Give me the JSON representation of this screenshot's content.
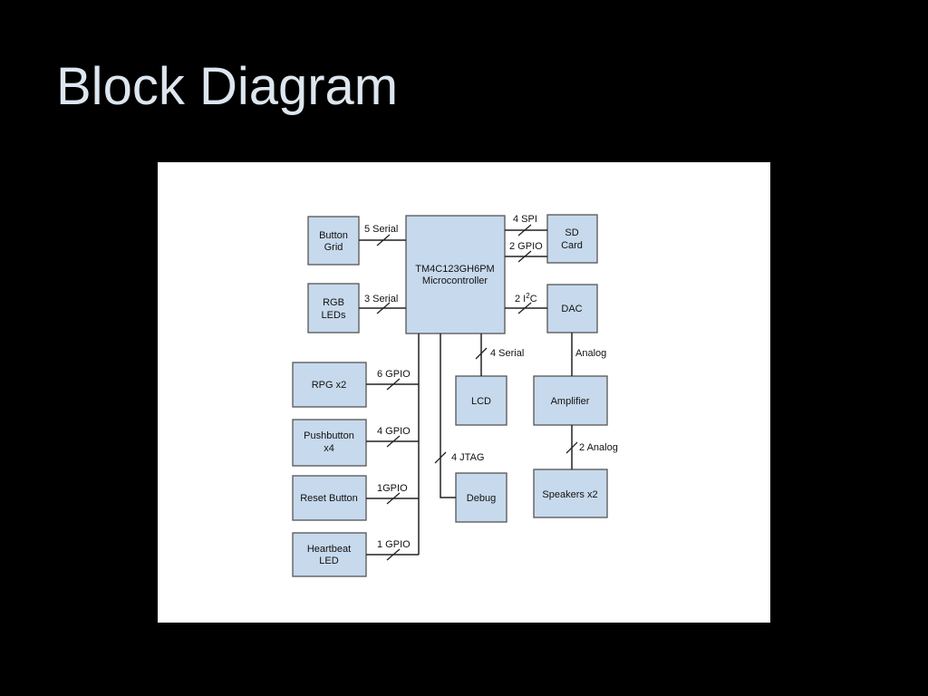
{
  "slide": {
    "title": "Block Diagram"
  },
  "blocks": {
    "button_grid": [
      "Button",
      "Grid"
    ],
    "rgb_leds": [
      "RGB",
      "LEDs"
    ],
    "microcontroller": [
      "TM4C123GH6PM",
      "Microcontroller"
    ],
    "sd_card": [
      "SD",
      "Card"
    ],
    "dac": [
      "DAC"
    ],
    "rpg": [
      "RPG x2"
    ],
    "pushbutton": [
      "Pushbutton",
      "x4"
    ],
    "reset_button": [
      "Reset Button"
    ],
    "heartbeat_led": [
      "Heartbeat",
      "LED"
    ],
    "lcd": [
      "LCD"
    ],
    "debug": [
      "Debug"
    ],
    "amplifier": [
      "Amplifier"
    ],
    "speakers": [
      "Speakers x2"
    ]
  },
  "connections": {
    "button_grid": "5 Serial",
    "rgb_leds": "3 Serial",
    "sd_spi": "4 SPI",
    "sd_gpio": "2 GPIO",
    "dac_i2c_pre": "2 I",
    "dac_i2c_sup": "2",
    "dac_i2c_post": "C",
    "lcd": "4 Serial",
    "dac_amp": "Analog",
    "rpg": "6 GPIO",
    "pushbutton": "4 GPIO",
    "reset": "1GPIO",
    "heartbeat": "1 GPIO",
    "debug": "4 JTAG",
    "amp_speakers": "2 Analog"
  }
}
